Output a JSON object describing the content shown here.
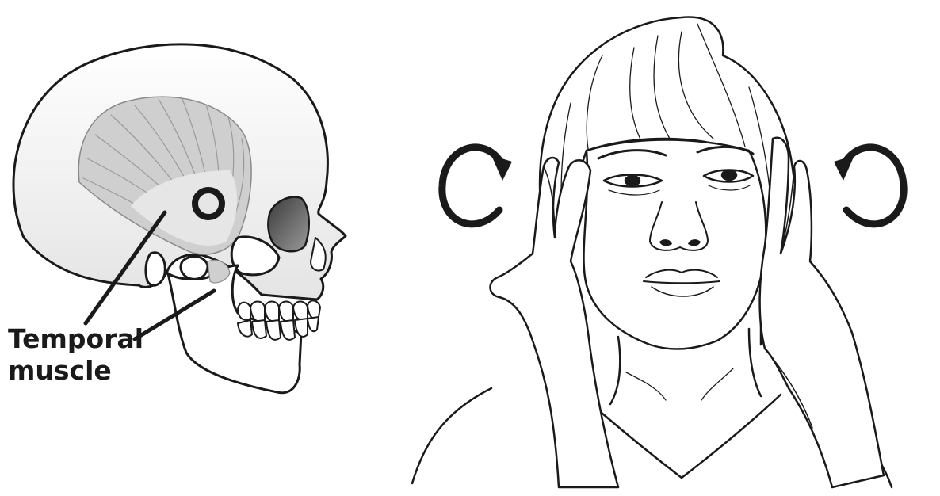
{
  "annotation": {
    "line1": "Temporal",
    "line2": "muscle"
  },
  "colors": {
    "ink": "#1a1a1a",
    "muscle": "#cfcfcf",
    "shade": "#e8e8e8",
    "background": "#ffffff"
  },
  "figures": {
    "left": "skull-side-view",
    "right": "woman-massaging-temples"
  },
  "icons": [
    "target-ring-icon",
    "rotate-clockwise-icon",
    "rotate-counterclockwise-icon"
  ]
}
